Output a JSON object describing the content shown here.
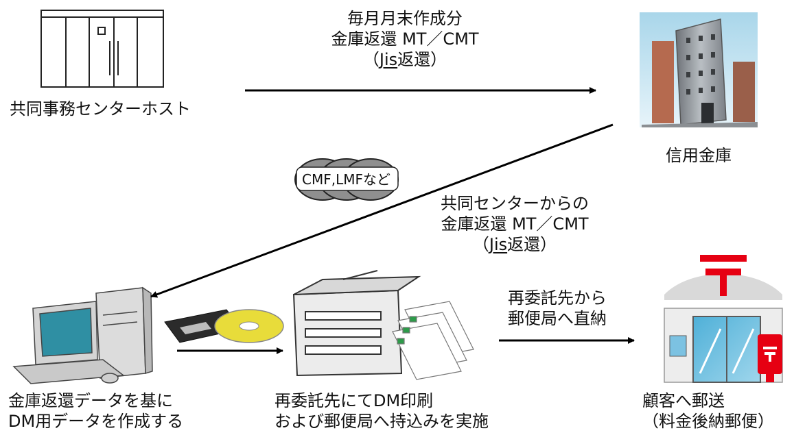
{
  "nodes": {
    "host": {
      "label": "共同事務センターホスト"
    },
    "shinkin": {
      "label": "信用金庫"
    },
    "pc": {
      "label_line1": "金庫返還データを基に",
      "label_line2": "DM用データを作成する"
    },
    "printer": {
      "label_line1": "再委託先にてDM印刷",
      "label_line2": "および郵便局へ持込みを実施"
    },
    "post_office": {
      "label_line1": "顧客へ郵送",
      "label_line2": "（料金後納郵便）"
    }
  },
  "edges": {
    "host_to_shinkin": {
      "line1": "毎月月末作成分",
      "line2": "金庫返還 MT／CMT",
      "line3_open": "（",
      "line3_jis": "Jis",
      "line3_rest": "返還）"
    },
    "shinkin_to_pc": {
      "line1": "共同センターからの",
      "line2": "金庫返還 MT／CMT",
      "line3_open": "（",
      "line3_jis": "Jis",
      "line3_rest": "返還）"
    },
    "printer_to_post": {
      "line1": "再委託先から",
      "line2": "郵便局へ直納"
    }
  },
  "media": {
    "tape_label": "CMF,LMFなど"
  },
  "colors": {
    "post_red": "#e60012",
    "arrow": "#000000",
    "cd_yellow": "#e8dc3a"
  }
}
